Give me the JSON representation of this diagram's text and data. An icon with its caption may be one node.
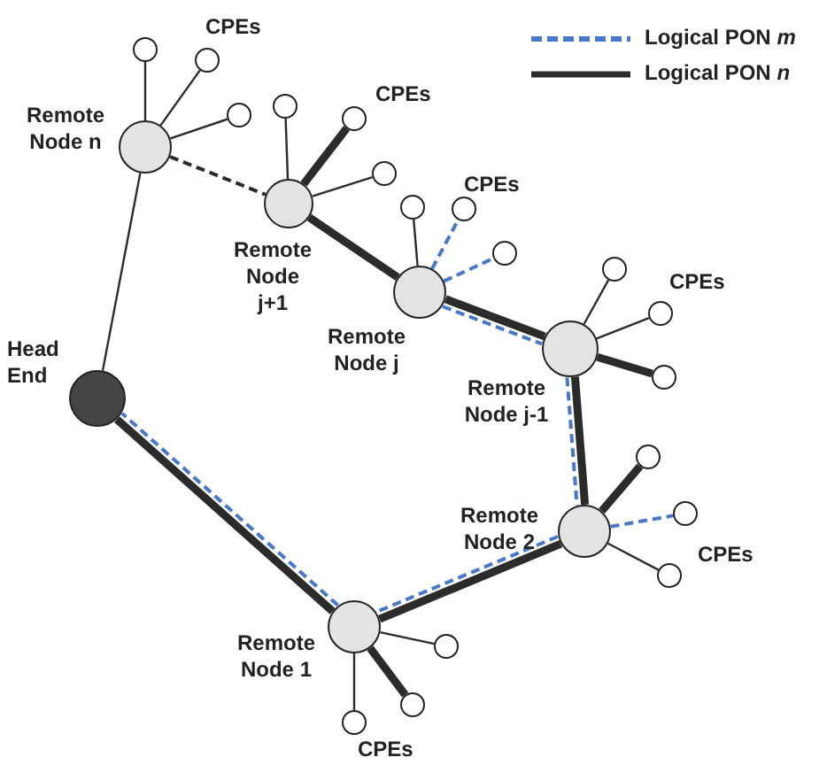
{
  "diagram": {
    "nodes": [
      {
        "text": [
          "Remote Node n"
        ]
      },
      {
        "text": [],
        "shape": "circle"
      },
      {
        "text": [],
        "shape": "circle"
      },
      {
        "text": [],
        "shape": "circle"
      },
      {
        "text": [
          "Remote Node j+1"
        ]
      },
      {
        "text": [],
        "shape": "circle"
      },
      {
        "text": [],
        "shape": "circle"
      },
      {
        "text": [],
        "shape": "circle"
      },
      {
        "text": [
          "Head End"
        ]
      },
      {
        "text": [
          "Remote Node j"
        ]
      },
      {
        "text": [],
        "shape": "circle"
      },
      {
        "text": [],
        "shape": "circle"
      },
      {
        "text": [],
        "shape": "circle"
      },
      {
        "text": [
          "Remote Node j-1"
        ]
      },
      {
        "text": [],
        "shape": "circle"
      },
      {
        "text": [],
        "shape": "circle"
      },
      {
        "text": [],
        "shape": "circle"
      },
      {
        "text": [
          "Remote Node 2"
        ]
      },
      {
        "text": [],
        "shape": "circle"
      },
      {
        "text": [],
        "shape": "circle"
      },
      {
        "text": [],
        "shape": "circle"
      },
      {
        "text": [
          "Remote Node 1"
        ]
      },
      {
        "text": [],
        "shape": "circle"
      },
      {
        "text": [],
        "shape": "circle"
      },
      {
        "text": [],
        "shape": "circle"
      }
    ],
    "edges": [
      {
        "from": 8,
        "to": 0,
        "arrow": "none"
      },
      {
        "from": 0,
        "to": 4,
        "arrow": "none",
        "style": "dashed"
      },
      {
        "from": 4,
        "to": 9,
        "arrow": "none",
        "style": "thick"
      },
      {
        "from": 9,
        "to": 13,
        "arrow": "none",
        "style": "thick"
      },
      {
        "from": 9,
        "to": 13,
        "arrow": "none",
        "style": "dashed",
        "color": "#4a78c8"
      },
      {
        "from": 13,
        "to": 17,
        "arrow": "none",
        "style": "thick"
      },
      {
        "from": 13,
        "to": 17,
        "arrow": "none",
        "style": "dashed",
        "color": "#4a78c8"
      },
      {
        "from": 17,
        "to": 21,
        "arrow": "none",
        "style": "thick"
      },
      {
        "from": 17,
        "to": 21,
        "arrow": "none",
        "style": "dashed",
        "color": "#4a78c8"
      },
      {
        "from": 21,
        "to": 8,
        "arrow": "none",
        "style": "thick"
      },
      {
        "from": 21,
        "to": 8,
        "arrow": "none",
        "style": "dashed",
        "color": "#4a78c8"
      },
      {
        "from": 0,
        "to": 1,
        "arrow": "none"
      },
      {
        "from": 0,
        "to": 2,
        "arrow": "none"
      },
      {
        "from": 0,
        "to": 3,
        "arrow": "none"
      },
      {
        "from": 4,
        "to": 5,
        "arrow": "none"
      },
      {
        "from": 4,
        "to": 6,
        "arrow": "none",
        "style": "thick"
      },
      {
        "from": 4,
        "to": 7,
        "arrow": "none"
      },
      {
        "from": 9,
        "to": 10,
        "arrow": "none"
      },
      {
        "from": 9,
        "to": 11,
        "arrow": "none",
        "style": "dashed",
        "color": "#4a78c8"
      },
      {
        "from": 9,
        "to": 12,
        "arrow": "none",
        "style": "dashed",
        "color": "#4a78c8"
      },
      {
        "from": 13,
        "to": 14,
        "arrow": "none"
      },
      {
        "from": 13,
        "to": 15,
        "arrow": "none"
      },
      {
        "from": 13,
        "to": 16,
        "arrow": "none",
        "style": "thick"
      },
      {
        "from": 17,
        "to": 18,
        "arrow": "none",
        "style": "thick"
      },
      {
        "from": 17,
        "to": 19,
        "arrow": "none",
        "style": "dashed",
        "color": "#4a78c8"
      },
      {
        "from": 17,
        "to": 20,
        "arrow": "none"
      },
      {
        "from": 21,
        "to": 22,
        "arrow": "none"
      },
      {
        "from": 21,
        "to": 23,
        "arrow": "none",
        "style": "thick"
      },
      {
        "from": 21,
        "to": 24,
        "arrow": "none"
      }
    ],
    "labels": [
      "CPEs",
      "CPEs",
      "CPEs",
      "CPEs",
      "CPEs",
      "CPEs"
    ],
    "legend": [
      {
        "text": "Logical PON *m*"
      },
      {
        "text": "Logical PON *n*"
      }
    ]
  }
}
